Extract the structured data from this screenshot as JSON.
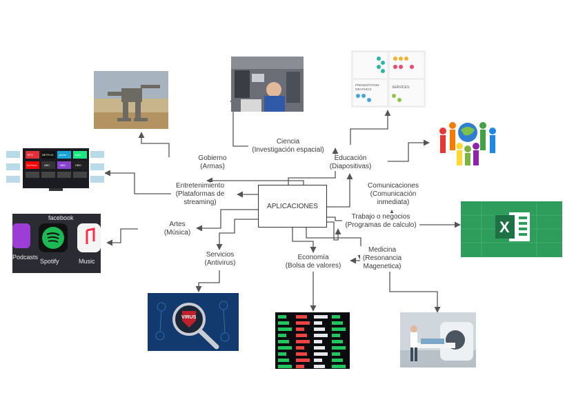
{
  "center": "APLICACIONES",
  "nodes": {
    "ciencia": [
      "Ciencia",
      "(Investigación espacial)"
    ],
    "gobierno": [
      "Gobierno",
      "(Armas)"
    ],
    "educacion": [
      "Educación",
      "(Diapositivas)"
    ],
    "entretenimiento": [
      "Entretenimiento",
      "(Plataformas de",
      "streaming)"
    ],
    "comunicaciones": [
      "Comunicaciones",
      "(Comunicación",
      "inmediata)"
    ],
    "artes": [
      "Artes",
      "(Música)"
    ],
    "trabajo": [
      "Trabajo o negocios",
      "(Programas de calculo)"
    ],
    "servicios": [
      "Servicios",
      "(Antivirus)"
    ],
    "economia": [
      "Economía",
      "(Bolsa de valores)"
    ],
    "medicina": [
      "Medicina",
      "(Resonancia",
      "Magenetica)"
    ]
  },
  "images": {
    "tv_apps": [
      "BTV",
      "NETFLIX",
      "prime",
      "hulu",
      "YouTube",
      "ABC",
      "NBC",
      "HBO"
    ],
    "phone_apps": [
      "Podcasts",
      "Spotify",
      "Music",
      "facebook"
    ],
    "slides": [
      "PRESENTATION",
      "GRAPHICS",
      "SERVICES"
    ],
    "virus": "VIRUS",
    "excel": "X"
  },
  "colors": {
    "line": "#555555",
    "excel_green": "#1e7145",
    "spotify_green": "#1db954",
    "virus_red": "#c0202a",
    "ticker_green": "#22c55e",
    "ticker_red": "#ef4444"
  }
}
